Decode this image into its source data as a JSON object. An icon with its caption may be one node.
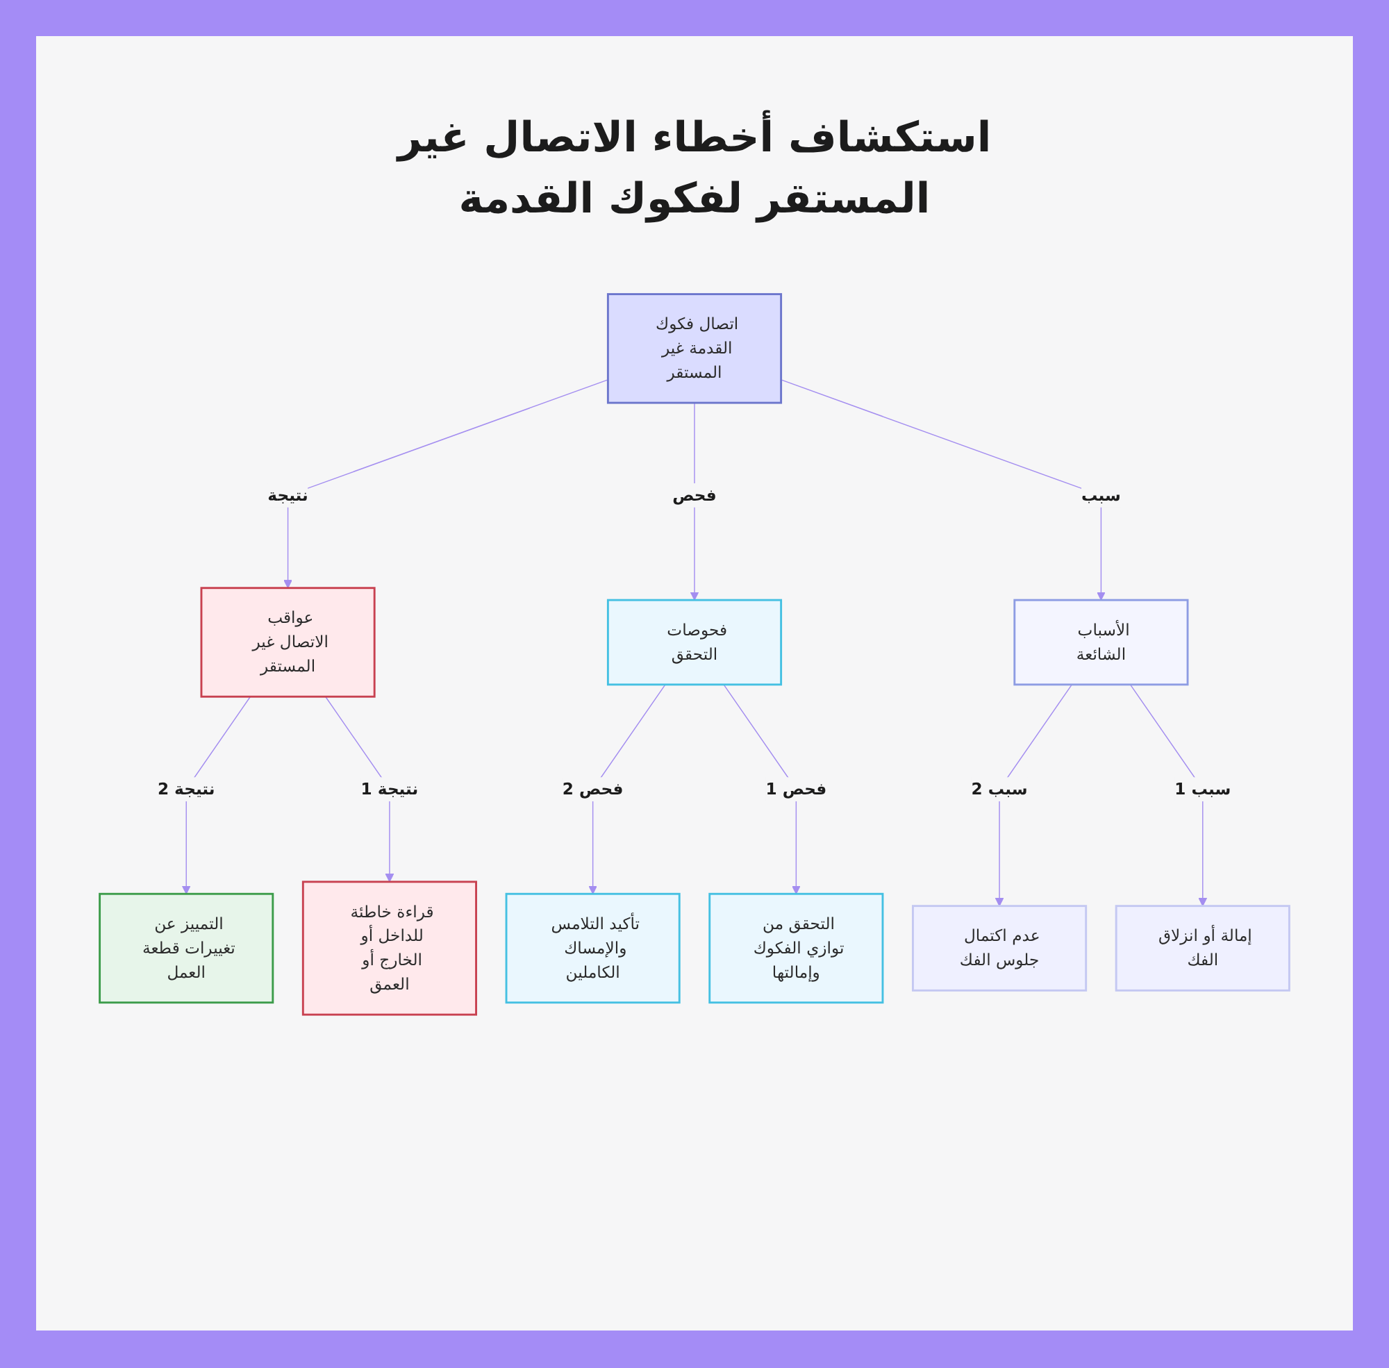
{
  "diagram": {
    "title": "استكشاف أخطاء الاتصال غير المستقر لفكوك القدمة",
    "nodes": [
      {
        "text": [
          "اتصال فكوك القدمة غير المستقر"
        ]
      },
      {
        "text": [
          "الأسباب الشائعة"
        ]
      },
      {
        "text": [
          "فحوصات التحقق"
        ]
      },
      {
        "text": [
          "عواقب الاتصال غير المستقر"
        ]
      },
      {
        "text": [
          "إمالة أو انزلاق الفك"
        ]
      },
      {
        "text": [
          "عدم اكتمال جلوس الفك"
        ]
      },
      {
        "text": [
          "التحقق من توازي الفكوك وإمالتها"
        ]
      },
      {
        "text": [
          "تأكيد التلامس والإمساك الكاملين"
        ]
      },
      {
        "text": [
          "قراءة خاطئة للداخل أو الخارج أو العمق"
        ]
      },
      {
        "text": [
          "التمييز عن تغييرات قطعة العمل"
        ]
      }
    ],
    "edges": [
      {
        "from": 0,
        "to": 3,
        "arrow": "to",
        "label": "نتيجة"
      },
      {
        "from": 0,
        "to": 2,
        "arrow": "to",
        "label": "فحص"
      },
      {
        "from": 0,
        "to": 1,
        "arrow": "to",
        "label": "سبب"
      },
      {
        "from": 3,
        "to": 9,
        "arrow": "to",
        "label": "نتيجة 2"
      },
      {
        "from": 3,
        "to": 8,
        "arrow": "to",
        "label": "نتيجة 1"
      },
      {
        "from": 2,
        "to": 7,
        "arrow": "to",
        "label": "فحص 2"
      },
      {
        "from": 2,
        "to": 6,
        "arrow": "to",
        "label": "فحص 1"
      },
      {
        "from": 1,
        "to": 5,
        "arrow": "to",
        "label": "سبب 2"
      },
      {
        "from": 1,
        "to": 4,
        "arrow": "to",
        "label": "سبب 1"
      }
    ]
  }
}
